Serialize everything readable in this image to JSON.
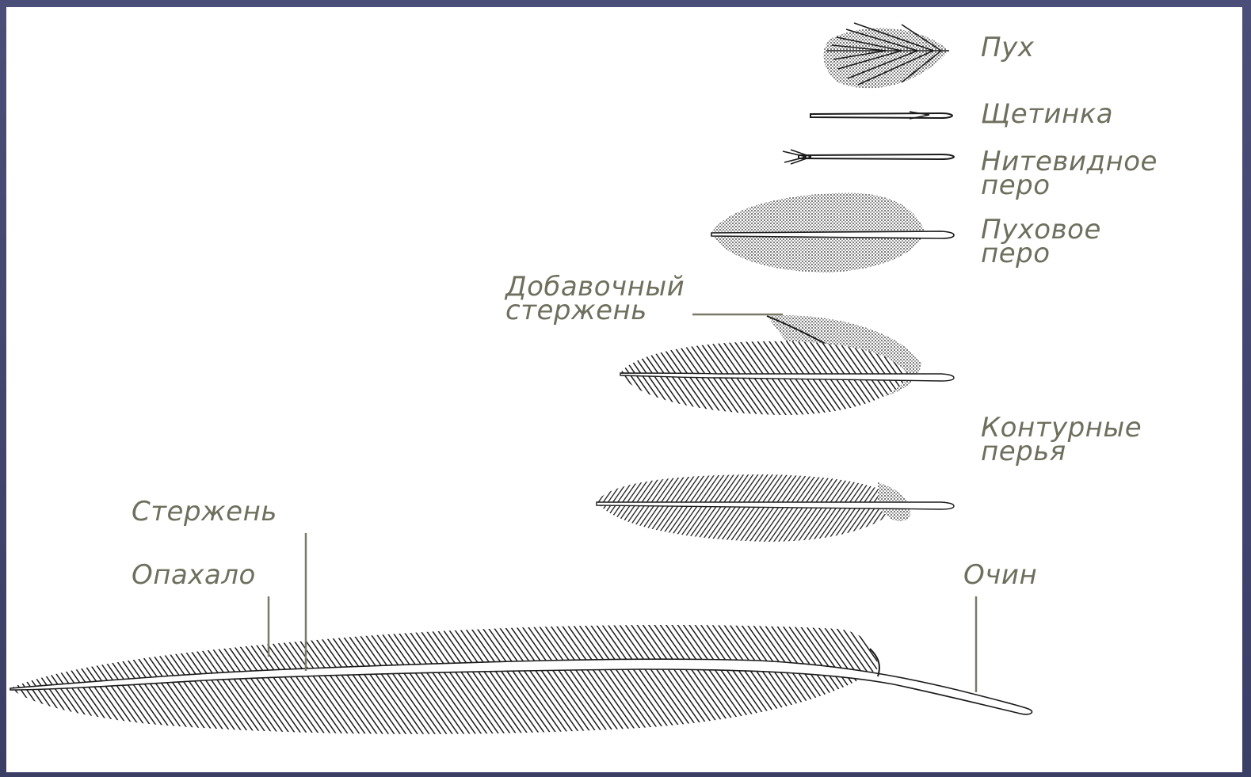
{
  "labels": {
    "pukh": "Пух",
    "shchetinka": "Щетинка",
    "nitevidnoe_1": "Нитевидное",
    "nitevidnoe_2": "перо",
    "pukhovoe_1": "Пуховое",
    "pukhovoe_2": "перо",
    "dobavochny_1": "Добавочный",
    "dobavochny_2": "стержень",
    "konturnye_1": "Контурные",
    "konturnye_2": "перья",
    "sterzhen": "Стержень",
    "opakhalo": "Опахало",
    "ochin": "Очин"
  },
  "colors": {
    "frame": "#3b3f66",
    "label_text": "#6f6f5e",
    "leader_line": "#7a7a68",
    "feather_ink": "#1a1a1a"
  }
}
